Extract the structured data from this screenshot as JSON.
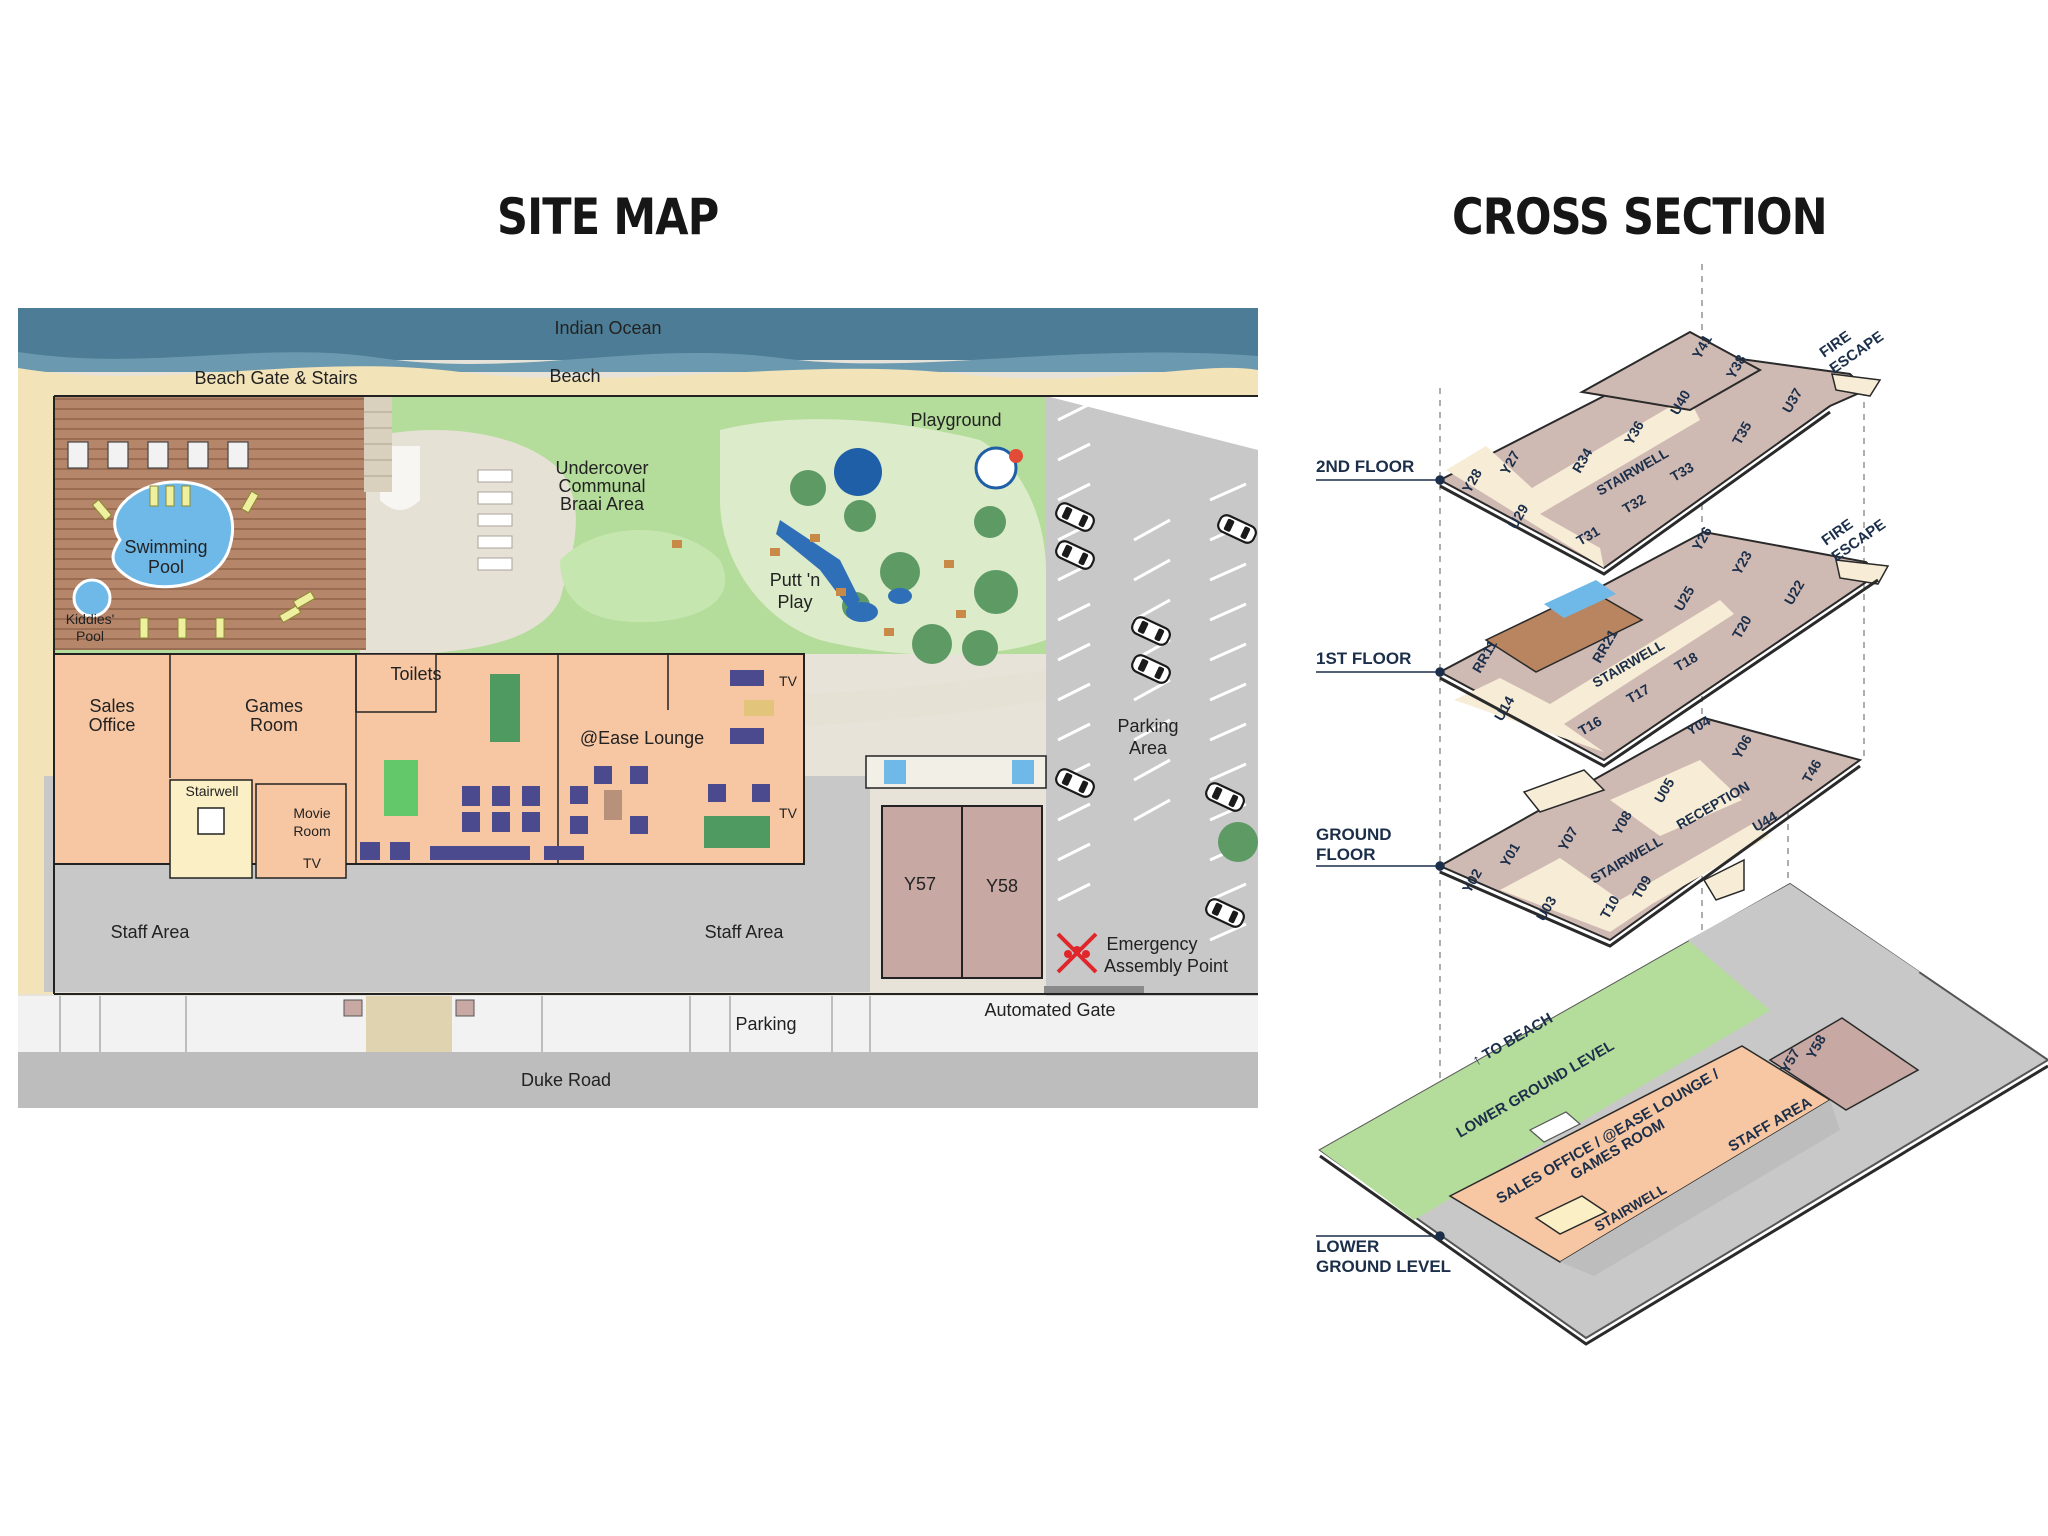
{
  "headings": {
    "site_map": "SITE MAP",
    "cross_section": "CROSS SECTION"
  },
  "site_map": {
    "labels": {
      "indian_ocean": "Indian Ocean",
      "beach": "Beach",
      "beach_gate": "Beach Gate & Stairs",
      "playground": "Playground",
      "braai_1": "Undercover",
      "braai_2": "Communal",
      "braai_3": "Braai Area",
      "swimming_1": "Swimming",
      "swimming_2": "Pool",
      "kiddies_1": "Kiddies'",
      "kiddies_2": "Pool",
      "putt_1": "Putt 'n",
      "putt_2": "Play",
      "parking_area_1": "Parking",
      "parking_area_2": "Area",
      "sales_1": "Sales",
      "sales_2": "Office",
      "games_1": "Games",
      "games_2": "Room",
      "toilets": "Toilets",
      "lounge": "@Ease Lounge",
      "tv": "TV",
      "stairwell": "Stairwell",
      "movie_1": "Movie",
      "movie_2": "Room",
      "staff_area": "Staff Area",
      "y57": "Y57",
      "y58": "Y58",
      "emergency_1": "Emergency",
      "emergency_2": "Assembly Point",
      "automated_gate": "Automated Gate",
      "parking": "Parking",
      "duke_road": "Duke Road"
    }
  },
  "cross_section": {
    "levels": {
      "second": "2ND FLOOR",
      "first": "1ST FLOOR",
      "ground_1": "GROUND",
      "ground_2": "FLOOR",
      "lower_1": "LOWER",
      "lower_2": "GROUND LEVEL"
    },
    "fire_escape_1": "FIRE",
    "fire_escape_2": "ESCAPE",
    "second_floor_units": [
      "Y41",
      "Y38",
      "U37",
      "T35",
      "U40",
      "Y36",
      "R34",
      "Y27",
      "Y28",
      "U29",
      "T31",
      "T32",
      "T33"
    ],
    "first_floor_units": [
      "Y26",
      "Y23",
      "U22",
      "T20",
      "U25",
      "RR21",
      "RR11",
      "U14",
      "T16",
      "T17",
      "T18"
    ],
    "ground_floor_units": [
      "Y04",
      "Y06",
      "T46",
      "U05",
      "Y08",
      "U44",
      "Y07",
      "Y01",
      "Y02",
      "U03",
      "T10",
      "T09"
    ],
    "stairwell": "STAIRWELL",
    "reception": "RECEPTION",
    "lower_ground": {
      "to_beach": "↑ TO BEACH",
      "lower_ground_level": "LOWER GROUND LEVEL",
      "sales_1": "SALES OFFICE / @EASE LOUNGE /",
      "sales_2": "GAMES ROOM",
      "staff_area": "STAFF AREA",
      "stairwell": "STAIRWELL",
      "y57": "Y57",
      "y58": "Y58"
    }
  },
  "colors": {
    "ocean": "#4d7d96",
    "sand": "#f3e3b8",
    "grass": "#b4dc9a",
    "building": "#f7c7a3",
    "paving": "#e6e1d5",
    "road": "#bdbdbd",
    "unit": "#c7a8a3",
    "navy": "#1c2f4a"
  }
}
